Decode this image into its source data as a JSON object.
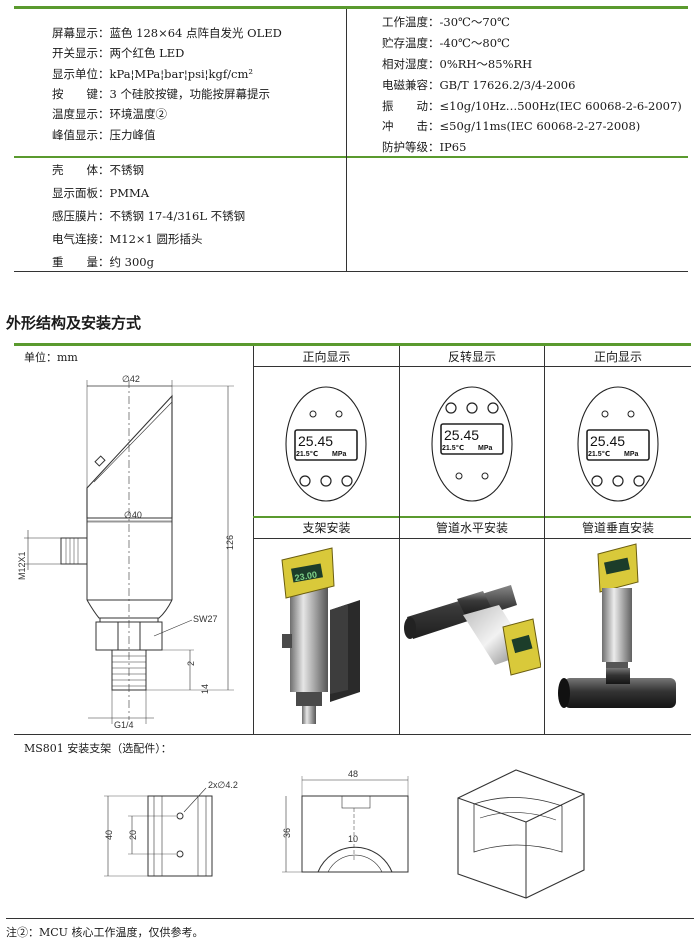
{
  "spec_left": [
    {
      "label": "屏幕显示：",
      "value": "蓝色 128×64 点阵自发光 OLED"
    },
    {
      "label": "开关显示：",
      "value": "两个红色 LED"
    },
    {
      "label": "显示单位：",
      "value": "kPa¦MPa¦bar¦psi¦kgf/cm²"
    },
    {
      "label": "按　　键：",
      "value": "3 个硅胶按键，功能按屏幕提示"
    },
    {
      "label": "温度显示：",
      "value": "环境温度②"
    },
    {
      "label": "峰值显示：",
      "value": "压力峰值"
    }
  ],
  "spec_right": [
    {
      "label": "工作温度：",
      "value": "-30℃～70℃"
    },
    {
      "label": "贮存温度：",
      "value": "-40℃～80℃"
    },
    {
      "label": "相对湿度：",
      "value": "0%RH～85%RH"
    },
    {
      "label": "电磁兼容：",
      "value": "GB/T 17626.2/3/4-2006"
    },
    {
      "label": "振　　动：",
      "value": "≤10g/10Hz…500Hz(IEC 60068-2-6-2007)"
    },
    {
      "label": "冲　　击：",
      "value": "≤50g/11ms(IEC 60068-2-27-2008)"
    },
    {
      "label": "防护等级：",
      "value": "IP65"
    }
  ],
  "spec_mat": [
    {
      "label": "壳　　体：",
      "value": "不锈钢"
    },
    {
      "label": "显示面板：",
      "value": "PMMA"
    },
    {
      "label": "感压膜片：",
      "value": "不锈钢 17-4/316L 不锈钢"
    },
    {
      "label": "电气连接：",
      "value": "M12×1 圆形插头"
    },
    {
      "label": "重　　量：",
      "value": "约 300g"
    }
  ],
  "section_title": "外形结构及安装方式",
  "unit_label": "单位：mm",
  "drawing": {
    "d42": "∅42",
    "d40": "∅40",
    "h126": "126",
    "m12": "M12X1",
    "sw27": "SW27",
    "d2": "2",
    "d14": "14",
    "g14": "G1/4"
  },
  "panel_titles": [
    "正向显示",
    "反转显示",
    "正向显示",
    "支架安装",
    "管道水平安装",
    "管道垂直安装"
  ],
  "display": {
    "value": "25.45",
    "temp": "21.5℃",
    "unit": "MPa",
    "photo_value": "23.00"
  },
  "bracket_title": "MS801 安装支架（选配件）：",
  "bracket_dims": {
    "holes": "2x∅4.2",
    "h40": "40",
    "h20": "20",
    "w48": "48",
    "h36": "36",
    "h10": "10"
  },
  "footnote": "注②：MCU 核心工作温度，仅供参考。",
  "colors": {
    "accent": "#5a9a2e"
  }
}
